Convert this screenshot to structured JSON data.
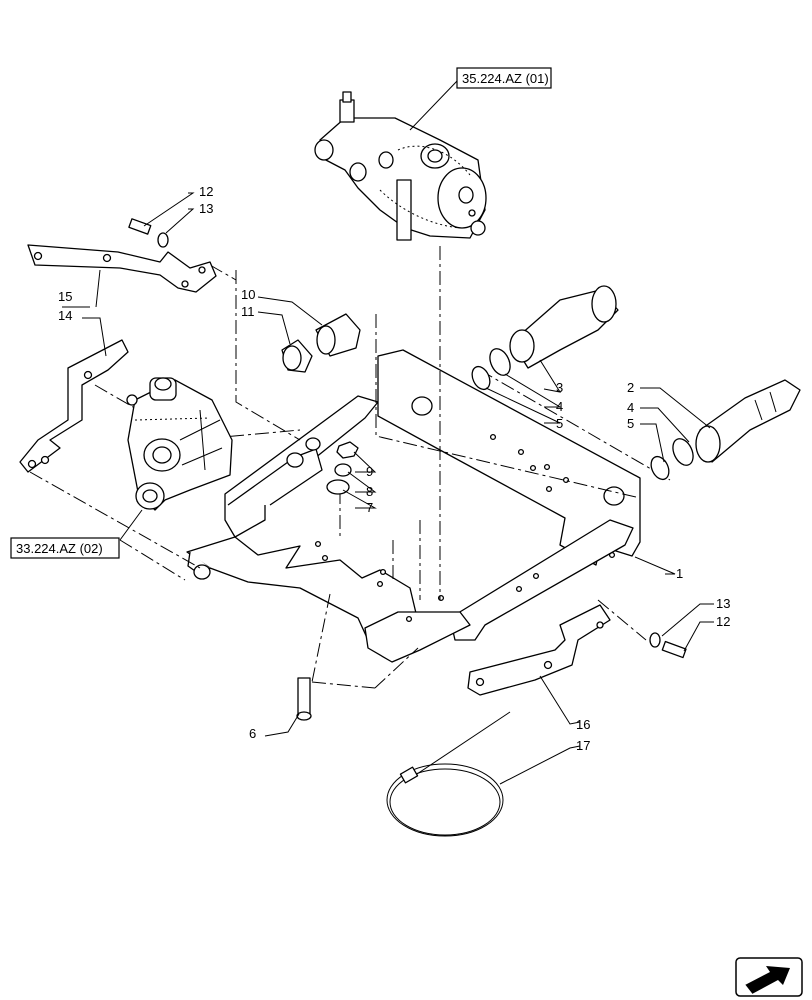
{
  "references": {
    "top": "35.224.AZ (01)",
    "left": "33.224.AZ (02)"
  },
  "callouts": {
    "c1": "1",
    "c2": "2",
    "c3": "3",
    "c4a": "4",
    "c4b": "4",
    "c5a": "5",
    "c5b": "5",
    "c6": "6",
    "c7": "7",
    "c8": "8",
    "c9": "9",
    "c10": "10",
    "c11": "11",
    "c12a": "12",
    "c12b": "12",
    "c13a": "13",
    "c13b": "13",
    "c14": "14",
    "c15": "15",
    "c16": "16",
    "c17": "17"
  },
  "nav_icon": "next-page-arrow-icon"
}
